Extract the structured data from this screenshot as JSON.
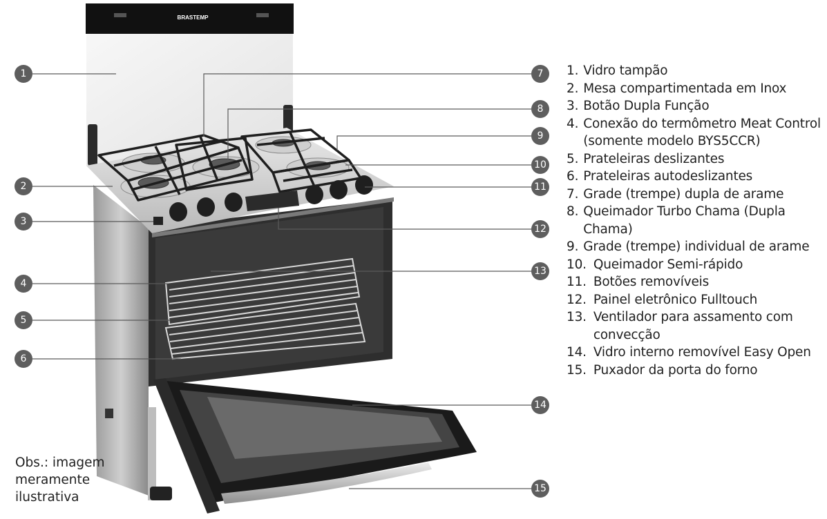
{
  "brand": "BRASTEMP",
  "callouts": [
    "1",
    "2",
    "3",
    "4",
    "5",
    "6",
    "7",
    "8",
    "9",
    "10",
    "11",
    "12",
    "13",
    "14",
    "15"
  ],
  "legend": [
    {
      "num": "1.",
      "label": "Vidro tampão"
    },
    {
      "num": "2.",
      "label": "Mesa compartimentada em Inox"
    },
    {
      "num": "3.",
      "label": "Botão Dupla Função"
    },
    {
      "num": "4.",
      "label": "Conexão do termômetro Meat Control (somente modelo BYS5CCR)"
    },
    {
      "num": "5.",
      "label": "Prateleiras deslizantes"
    },
    {
      "num": "6.",
      "label": "Prateleiras autodeslizantes"
    },
    {
      "num": "7.",
      "label": "Grade (trempe) dupla de arame"
    },
    {
      "num": "8.",
      "label": "Queimador Turbo Chama (Dupla Chama)"
    },
    {
      "num": "9.",
      "label": "Grade (trempe) individual de arame"
    },
    {
      "num": "10.",
      "label": "Queimador Semi-rápido"
    },
    {
      "num": "11.",
      "label": "Botões removíveis"
    },
    {
      "num": "12.",
      "label": "Painel eletrônico Fulltouch"
    },
    {
      "num": "13.",
      "label": "Ventilador para assamento com convecção"
    },
    {
      "num": "14.",
      "label": "Vidro interno removível Easy Open"
    },
    {
      "num": "15.",
      "label": "Puxador da porta do forno"
    }
  ],
  "note": "Obs.: imagem meramente ilustrativa",
  "colors": {
    "badge": "#5e5e5e",
    "line": "#5a5a5a",
    "steel": "#c9c9c9",
    "dark": "#2a2a2a"
  }
}
